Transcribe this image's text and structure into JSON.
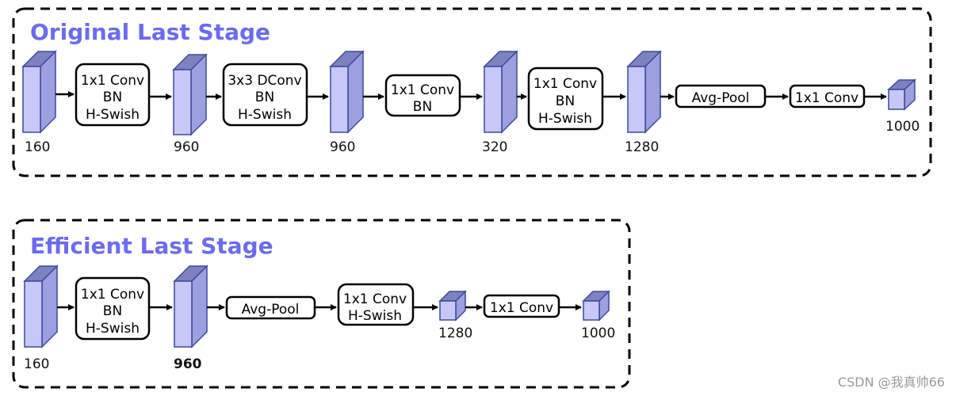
{
  "original": {
    "title": "Original Last Stage",
    "tensors": [
      "160",
      "960",
      "960",
      "320",
      "1280",
      "1000"
    ],
    "ops": [
      [
        "1x1 Conv",
        "BN",
        "H-Swish"
      ],
      [
        "3x3 DConv",
        "BN",
        "H-Swish"
      ],
      [
        "1x1 Conv",
        "BN"
      ],
      [
        "1x1 Conv",
        "BN",
        "H-Swish"
      ],
      [
        "Avg-Pool"
      ],
      [
        "1x1 Conv"
      ]
    ]
  },
  "efficient": {
    "title": "Efficient Last Stage",
    "tensors": [
      "160",
      "960",
      "1280",
      "1000"
    ],
    "ops": [
      [
        "1x1 Conv",
        "BN",
        "H-Swish"
      ],
      [
        "Avg-Pool"
      ],
      [
        "1x1 Conv",
        "H-Swish"
      ],
      [
        "1x1 Conv"
      ]
    ]
  },
  "watermark": "CSDN @我真帅66",
  "colors": {
    "title": "#6b6bf0",
    "tensor_front": "#c7c8f8",
    "tensor_side": "#9c9fe0",
    "tensor_top": "#7d82c0",
    "tensor_stroke": "#3d4a9c"
  }
}
